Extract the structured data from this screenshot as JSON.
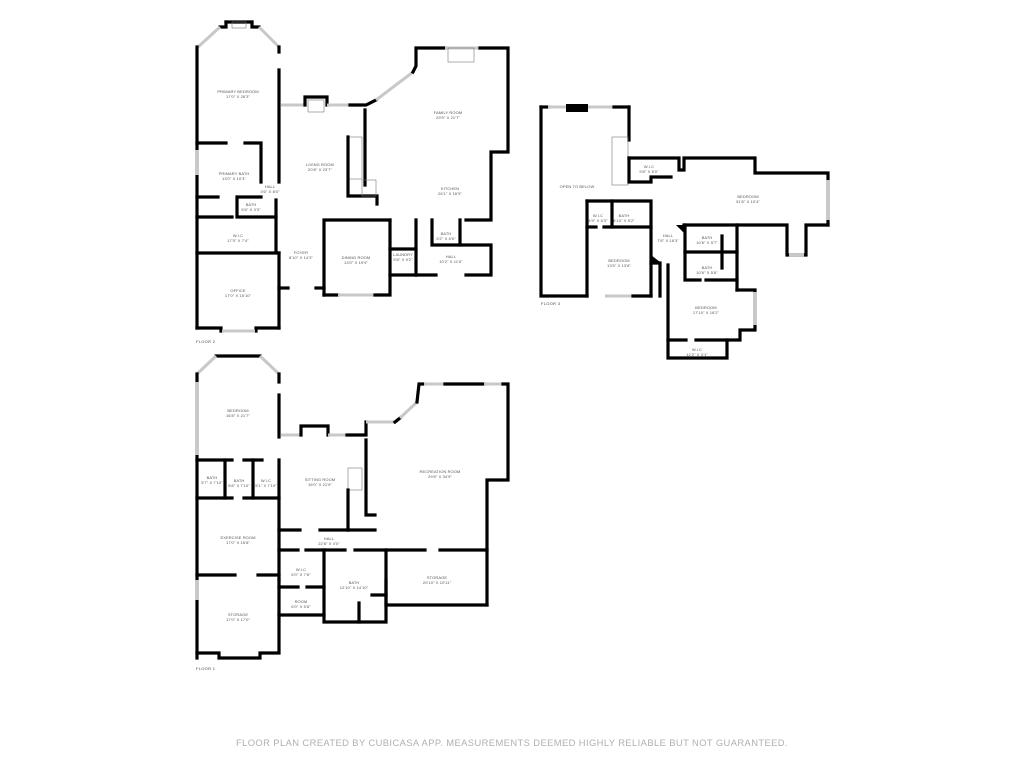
{
  "floors": [
    {
      "id": "floor-2",
      "label": "FLOOR 2",
      "rooms": [
        {
          "name": "PRIMARY BEDROOM",
          "dims": "17'0\" x 26'3\""
        },
        {
          "name": "PRIMARY BATH",
          "dims": "13'0\" x 10'3\""
        },
        {
          "name": "HALL",
          "dims": "3'6\" x 8'0\""
        },
        {
          "name": "BATH",
          "dims": "5'6\" x 3'3\""
        },
        {
          "name": "W.I.C",
          "dims": "17'0\" x 7'4\""
        },
        {
          "name": "OFFICE",
          "dims": "17'0\" x 15'10\""
        },
        {
          "name": "LIVING ROOM",
          "dims": "20'8\" x 23'7\""
        },
        {
          "name": "FOYER",
          "dims": "8'10\" x 14'3\""
        },
        {
          "name": "DINING ROOM",
          "dims": "13'0\" x 19'9\""
        },
        {
          "name": "LAUNDRY",
          "dims": "5'8\" x 9'2\""
        },
        {
          "name": "FAMILY ROOM",
          "dims": "29'9\" x 21'7\""
        },
        {
          "name": "KITCHEN",
          "dims": "26'1\" x 16'9\""
        },
        {
          "name": "BATH",
          "dims": "5'2\" x 6'6\""
        },
        {
          "name": "HALL",
          "dims": "10'2\" x 11'6\""
        }
      ]
    },
    {
      "id": "floor-3",
      "label": "FLOOR 3",
      "rooms": [
        {
          "name": "OPEN TO BELOW",
          "dims": ""
        },
        {
          "name": "W.I.C",
          "dims": "9'8\" x 5'0\""
        },
        {
          "name": "W.I.C",
          "dims": "4'9\" x 5'3\""
        },
        {
          "name": "BATH",
          "dims": "6'10\" x 5'2\""
        },
        {
          "name": "BEDROOM",
          "dims": "13'5\" x 13'8\""
        },
        {
          "name": "HALL",
          "dims": "7'8\" x 16'3\""
        },
        {
          "name": "BEDROOM",
          "dims": "31'8\" x 10'4\""
        },
        {
          "name": "BATH",
          "dims": "10'6\" x 5'7\""
        },
        {
          "name": "BATH",
          "dims": "10'6\" x 5'6\""
        },
        {
          "name": "BEDROOM",
          "dims": "17'10\" x 16'2\""
        },
        {
          "name": "W.I.C",
          "dims": "12'2\" x 3'1\""
        }
      ]
    },
    {
      "id": "floor-1",
      "label": "FLOOR 1",
      "rooms": [
        {
          "name": "BEDROOM",
          "dims": "16'8\" x 21'7\""
        },
        {
          "name": "BATH",
          "dims": "5'7\" x 7'10\""
        },
        {
          "name": "BATH",
          "dims": "5'8\" x 7'10\""
        },
        {
          "name": "W.I.C",
          "dims": "5'1\" x 7'10\""
        },
        {
          "name": "SITTING ROOM",
          "dims": "16'0\" x 21'9\""
        },
        {
          "name": "EXERCISE ROOM",
          "dims": "17'0\" x 15'8\""
        },
        {
          "name": "HALL",
          "dims": "22'8\" x 4'0\""
        },
        {
          "name": "RECREATION ROOM",
          "dims": "29'8\" x 34'9\""
        },
        {
          "name": "W.I.C",
          "dims": "6'0\" x 7'8\""
        },
        {
          "name": "ROOM",
          "dims": "6'0\" x 5'8\""
        },
        {
          "name": "BATH",
          "dims": "12'10\" x 14'10\""
        },
        {
          "name": "STORAGE",
          "dims": "20'10\" x 10'11\""
        },
        {
          "name": "STORAGE",
          "dims": "17'0\" x 17'0\""
        }
      ]
    }
  ],
  "footer": "FLOOR PLAN CREATED BY CUBICASA APP. MEASUREMENTS DEEMED HIGHLY RELIABLE BUT NOT GUARANTEED."
}
